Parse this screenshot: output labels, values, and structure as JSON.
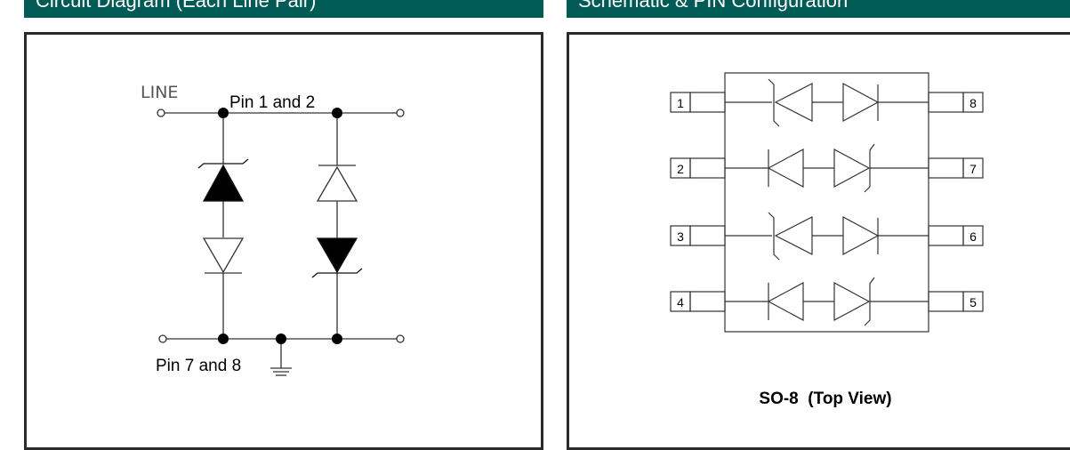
{
  "colors": {
    "header_bg": "#005a55",
    "header_text": "#ffffff",
    "border": "#2b2b2b"
  },
  "left_panel": {
    "title": "Circuit Diagram (Each Line Pair)",
    "line_label": "LINE",
    "top_pins_label": "Pin 1 and 2",
    "bottom_pins_label": "Pin 7 and 8"
  },
  "right_panel": {
    "title": "Schematic & PIN Configuration",
    "package_label": "SO-8  (Top View)",
    "pins_left": [
      "1",
      "2",
      "3",
      "4"
    ],
    "pins_right": [
      "8",
      "7",
      "6",
      "5"
    ]
  }
}
